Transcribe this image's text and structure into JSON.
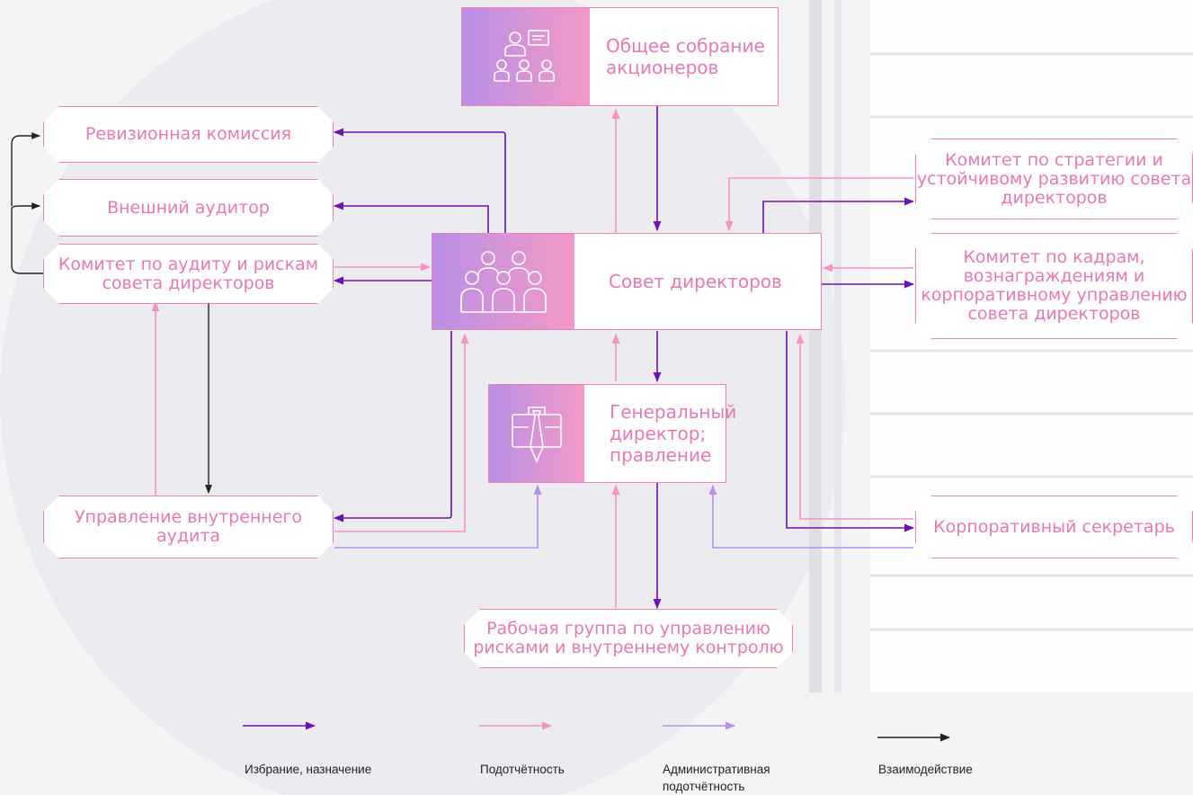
{
  "nodes": {
    "shareholders": "Общее собрание\nакционеров",
    "audit_commission": "Ревизионная комиссия",
    "external_auditor": "Внешний аудитор",
    "audit_committee": "Комитет по аудиту и рискам\nсовета директоров",
    "board": "Совет директоров",
    "strategy_committee": "Комитет по стратегии и\nустойчивому развитию совета\nдиректоров",
    "hr_committee": "Комитет по кадрам,\nвознаграждениям и\nкорпоративному управлению\nсовета директоров",
    "ceo": "Генеральный\nдиректор;\nправление",
    "internal_audit": "Управление внутреннего\nаудита",
    "corp_secretary": "Корпоративный секретарь",
    "risk_group": "Рабочая группа по управлению\nрисками и внутреннему контролю"
  },
  "icons": {
    "shareholders": "meeting-icon",
    "board": "board-icon",
    "ceo": "briefcase-tie-icon"
  },
  "legend": [
    {
      "label": "Избрание, назначение",
      "color": "#6a12b6"
    },
    {
      "label": "Подотчётность",
      "color": "#f493c4"
    },
    {
      "label": "Административная\nподотчётность",
      "color": "#b690e6"
    },
    {
      "label": "Взаимодействие",
      "color": "#222222"
    }
  ],
  "colors": {
    "election": "#6a12b6",
    "reporting": "#f493c4",
    "admin_reporting": "#b690e6",
    "interaction": "#222222",
    "node_border": "#ee82b6",
    "node_text": "#ea78b0"
  }
}
